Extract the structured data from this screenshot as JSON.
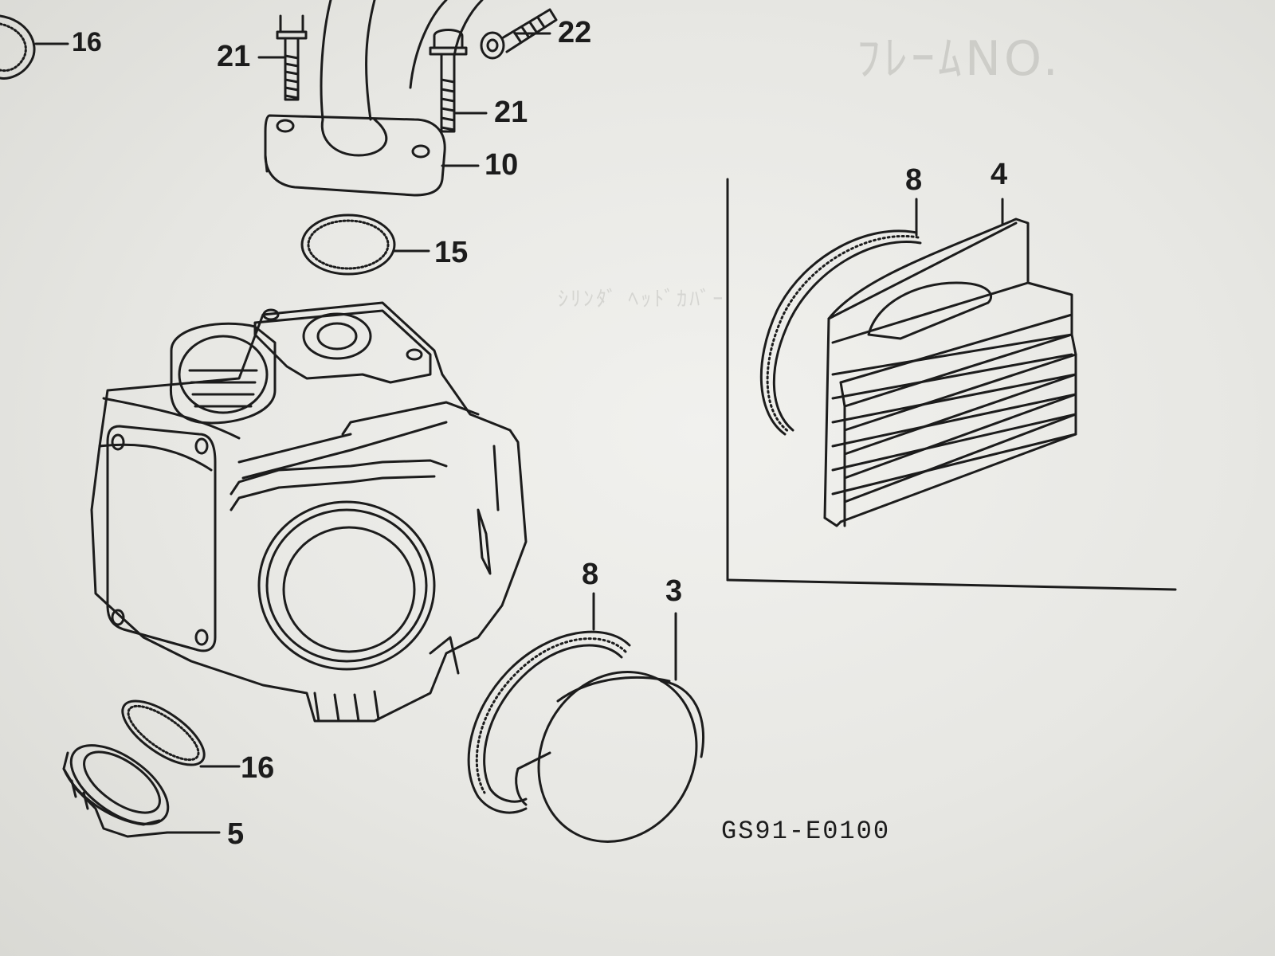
{
  "ghost_text": {
    "reference_no": "ﾌﾚｰﾑNO.",
    "part_name": "ｼﾘﾝﾀﾞ ﾍｯﾄﾞｶﾊﾞｰ"
  },
  "callouts": {
    "c16_top": "16",
    "c21_left": "21",
    "c22": "22",
    "c21_right": "21",
    "c10": "10",
    "c15": "15",
    "c8_inset": "8",
    "c4": "4",
    "c8_bottom": "8",
    "c3": "3",
    "c16_bottom": "16",
    "c5": "5"
  },
  "drawing_code": "GS91-E0100"
}
